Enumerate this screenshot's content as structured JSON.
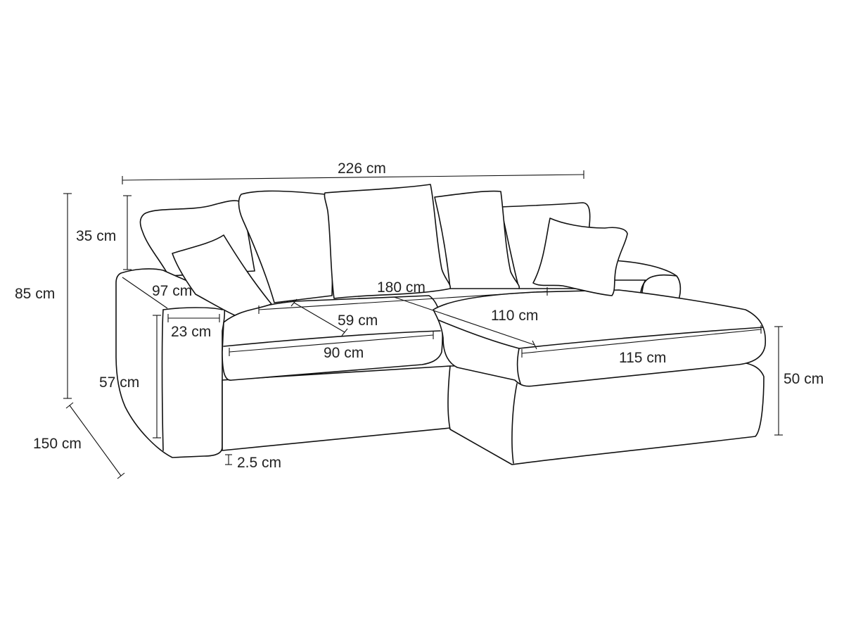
{
  "diagram": {
    "subject": "corner-sofa-dimensions",
    "stroke_color": "#111111",
    "background_color": "#ffffff",
    "dimensions": {
      "total_width": "226 cm",
      "total_height": "85 cm",
      "backrest_height": "35 cm",
      "armrest_length": "97 cm",
      "armrest_width": "23 cm",
      "armrest_height": "57 cm",
      "total_depth": "150 cm",
      "leg_height": "2.5 cm",
      "seat_width_total": "180 cm",
      "seat_depth": "59 cm",
      "seat_width": "90 cm",
      "chaise_depth": "110 cm",
      "chaise_width": "115 cm",
      "seat_height": "50 cm"
    }
  }
}
